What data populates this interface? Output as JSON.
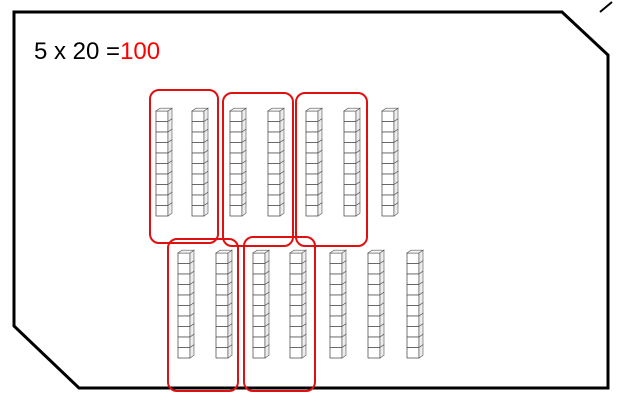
{
  "equation": {
    "left": "5 x 20 =",
    "result": "100",
    "result_color": "#ff0000"
  },
  "card": {
    "border_color": "#000000",
    "background": "#ffffff"
  },
  "rods": {
    "cubes_per_rod": 10,
    "top_row_count": 7,
    "bottom_row_count": 7,
    "cube_fill": "#ffffff",
    "cube_stroke": "#555555"
  },
  "groups": {
    "count": 5,
    "rods_per_group": 2,
    "outline_color": "#e01010"
  }
}
